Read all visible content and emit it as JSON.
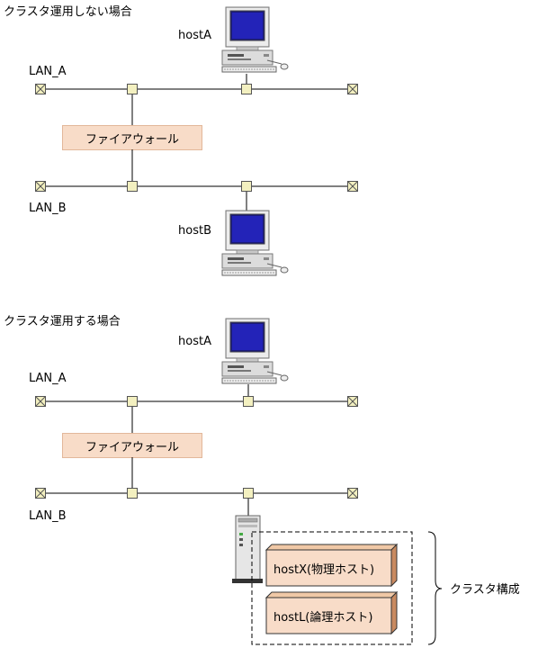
{
  "section_top": {
    "title": "クラスタ運用しない場合",
    "lan_a": "LAN_A",
    "lan_b": "LAN_B",
    "host_a": "hostA",
    "host_b": "hostB",
    "firewall": "ファイアウォール"
  },
  "section_bottom": {
    "title": "クラスタ運用する場合",
    "lan_a": "LAN_A",
    "lan_b": "LAN_B",
    "host_a": "hostA",
    "firewall": "ファイアウォール",
    "host_x": "hostX(物理ホスト)",
    "host_l": "hostL(論理ホスト)",
    "cluster_label": "クラスタ構成"
  }
}
